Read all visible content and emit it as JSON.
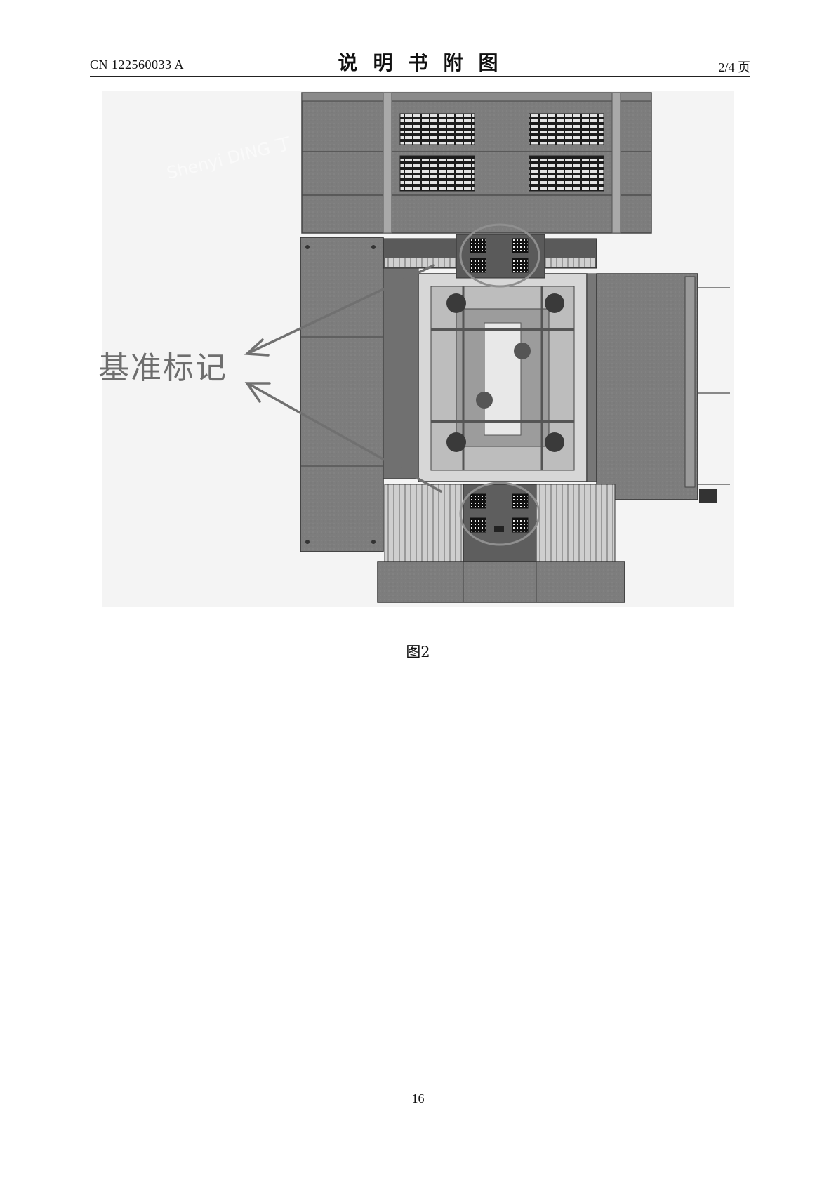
{
  "header": {
    "publication_number": "CN 122560033 A",
    "section_title": "说明书附图",
    "page_of": "2/4 页"
  },
  "figure": {
    "annotation_label": "基准标记",
    "watermark": "Shenyi DING 丁",
    "caption": "图2"
  },
  "footer": {
    "page_number": "16"
  }
}
